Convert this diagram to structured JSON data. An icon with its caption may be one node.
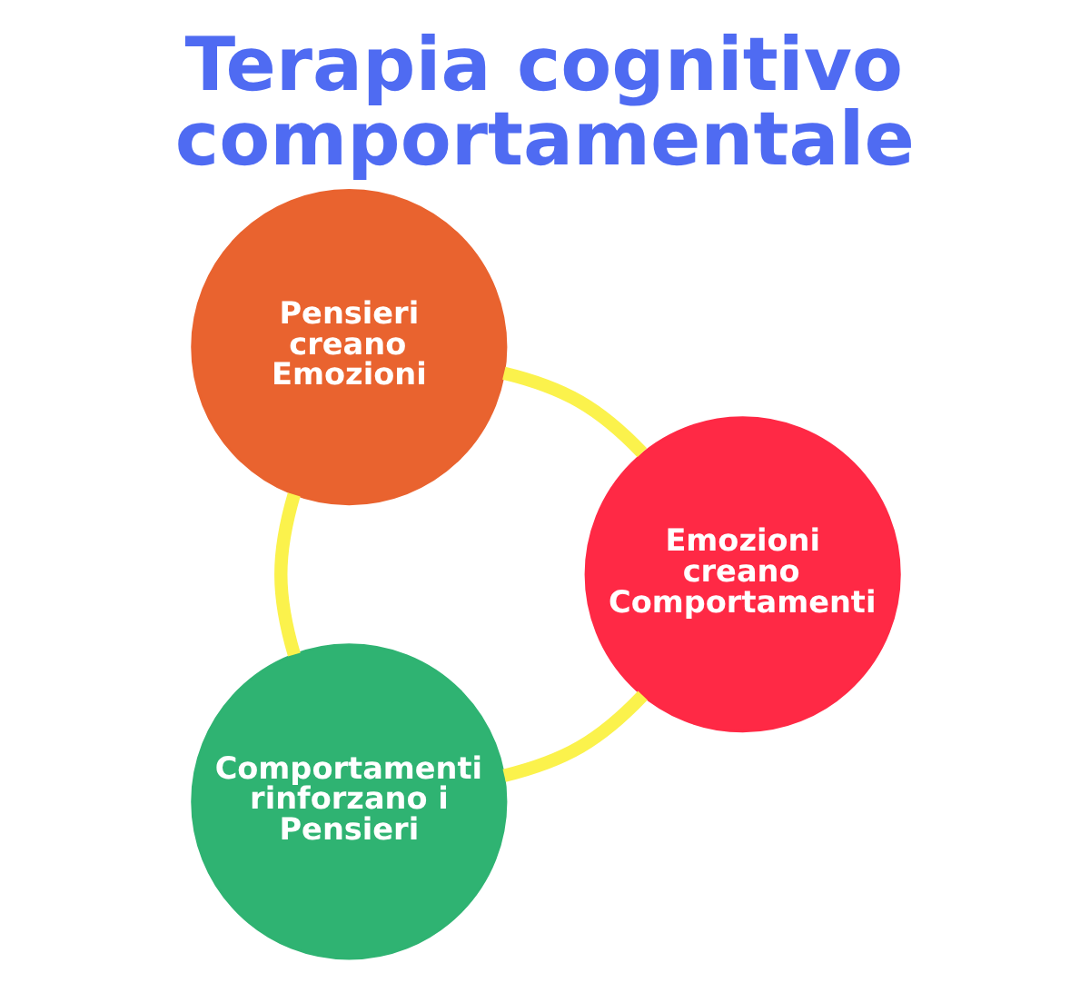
{
  "diagram": {
    "title": "Terapia cognitivo comportamentale",
    "nodes": [
      {
        "text": [
          "Pensieri creano Emozioni"
        ]
      },
      {
        "text": [
          "Emozioni creano Comportamenti"
        ]
      },
      {
        "text": [
          "Comportamenti rinforzano i Pensieri"
        ]
      }
    ],
    "edges": [
      {
        "from": 0,
        "to": 1,
        "arrow": "none"
      },
      {
        "from": 1,
        "to": 2,
        "arrow": "none"
      },
      {
        "from": 2,
        "to": 0,
        "arrow": "none"
      }
    ]
  }
}
